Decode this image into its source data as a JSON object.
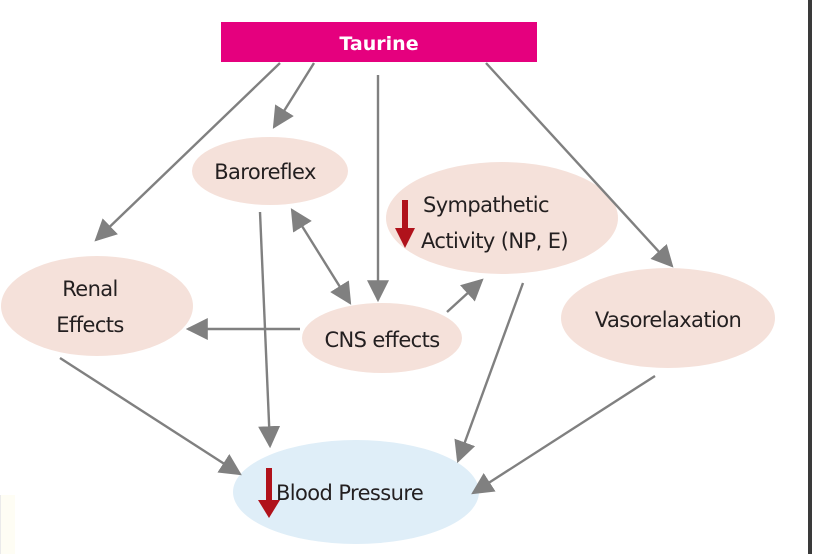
{
  "title": "Taurine",
  "colors": {
    "title_fill": "#e5007e",
    "node_fill": "#f5e1da",
    "outcome_fill": "#dfeef8",
    "arrow": "#808080",
    "decrease_arrow": "#b0121b",
    "text": "#231f20"
  },
  "nodes": {
    "baroreflex": {
      "label": "Baroreflex"
    },
    "sympathetic": {
      "line1": "Sympathetic",
      "line2": "Activity (NP, E)",
      "indicator": "decrease"
    },
    "renal": {
      "line1": "Renal",
      "line2": "Effects"
    },
    "cns": {
      "label": "CNS effects"
    },
    "vasorelaxation": {
      "label": "Vasorelaxation"
    },
    "blood_pressure": {
      "label": "Blood Pressure",
      "indicator": "decrease"
    }
  },
  "edges": [
    {
      "from": "Taurine",
      "to": "Renal Effects"
    },
    {
      "from": "Taurine",
      "to": "Baroreflex"
    },
    {
      "from": "Taurine",
      "to": "CNS effects"
    },
    {
      "from": "Taurine",
      "to": "Vasorelaxation"
    },
    {
      "from": "Baroreflex",
      "to": "CNS effects",
      "bidirectional": true
    },
    {
      "from": "CNS effects",
      "to": "Renal Effects"
    },
    {
      "from": "CNS effects",
      "to": "Sympathetic Activity (NP, E)"
    },
    {
      "from": "Baroreflex",
      "to": "Blood Pressure"
    },
    {
      "from": "Renal Effects",
      "to": "Blood Pressure"
    },
    {
      "from": "Sympathetic Activity (NP, E)",
      "to": "Blood Pressure"
    },
    {
      "from": "Vasorelaxation",
      "to": "Blood Pressure"
    }
  ]
}
